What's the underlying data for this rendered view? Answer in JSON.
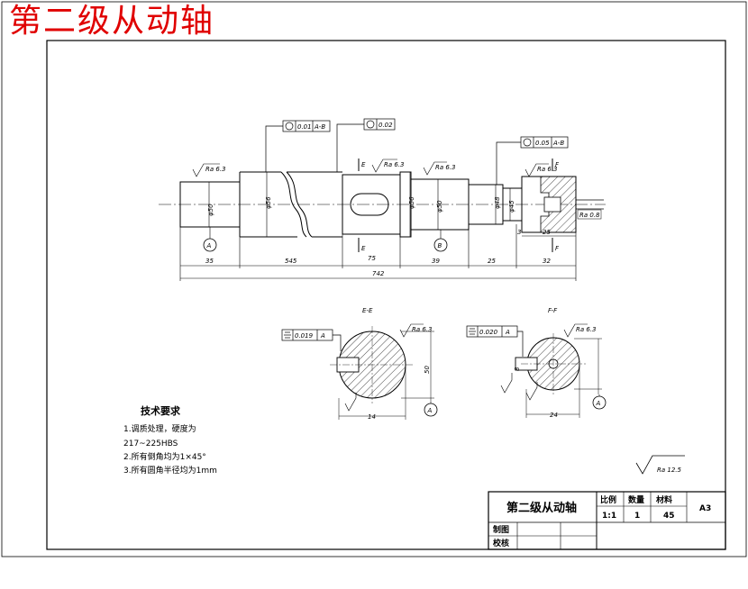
{
  "drawing_title": "第二级从动轴",
  "tolerances": {
    "runout_left": "0.01",
    "runout_left_ref": "A-B",
    "runout_mid": "0.02",
    "runout_right": "0.05",
    "runout_right_ref": "A-B",
    "sym_e": "0.019",
    "sym_e_ref": "A",
    "sym_f": "0.020",
    "sym_f_ref": "A"
  },
  "datums": {
    "a": "A",
    "b": "B"
  },
  "section_marks": {
    "e": "E",
    "f": "F"
  },
  "roughness": {
    "ra_general": "Ra 12.5",
    "ra_small": "Ra 6.3",
    "ra_tiny": "Ra 0.8"
  },
  "dimensions": {
    "d1": "35",
    "d2": "545",
    "d3": "75",
    "d4": "39",
    "d5": "25",
    "d6": "32",
    "total": "742",
    "key_right": "25",
    "step_right": "3"
  },
  "diameters": {
    "d_left": "φ50",
    "d_shoulder": "φ56",
    "d_collar": "φ56",
    "d_bearing": "φ50",
    "d_seat": "φ48",
    "d_end": "φ45"
  },
  "views": {
    "section_e_label": "E-E",
    "section_f_label": "F-F",
    "e_key_dim": "14",
    "e_width_dim": "50",
    "f_key_dim": "8",
    "f_width_dim": "24"
  },
  "notes": {
    "heading": "技术要求",
    "line1": "1.调质处理，硬度为",
    "line2": "217~225HBS",
    "line3": "2.所有倒角均为1×45°",
    "line4": "3.所有圆角半径均为1mm"
  },
  "title_block": {
    "name": "第二级从动轴",
    "scale_label": "比例",
    "qty_label": "数量",
    "material_label": "材料",
    "scale": "1:1",
    "qty": "1",
    "material": "45",
    "sheet": "A3",
    "drawn_label": "制图",
    "checked_label": "校核"
  }
}
